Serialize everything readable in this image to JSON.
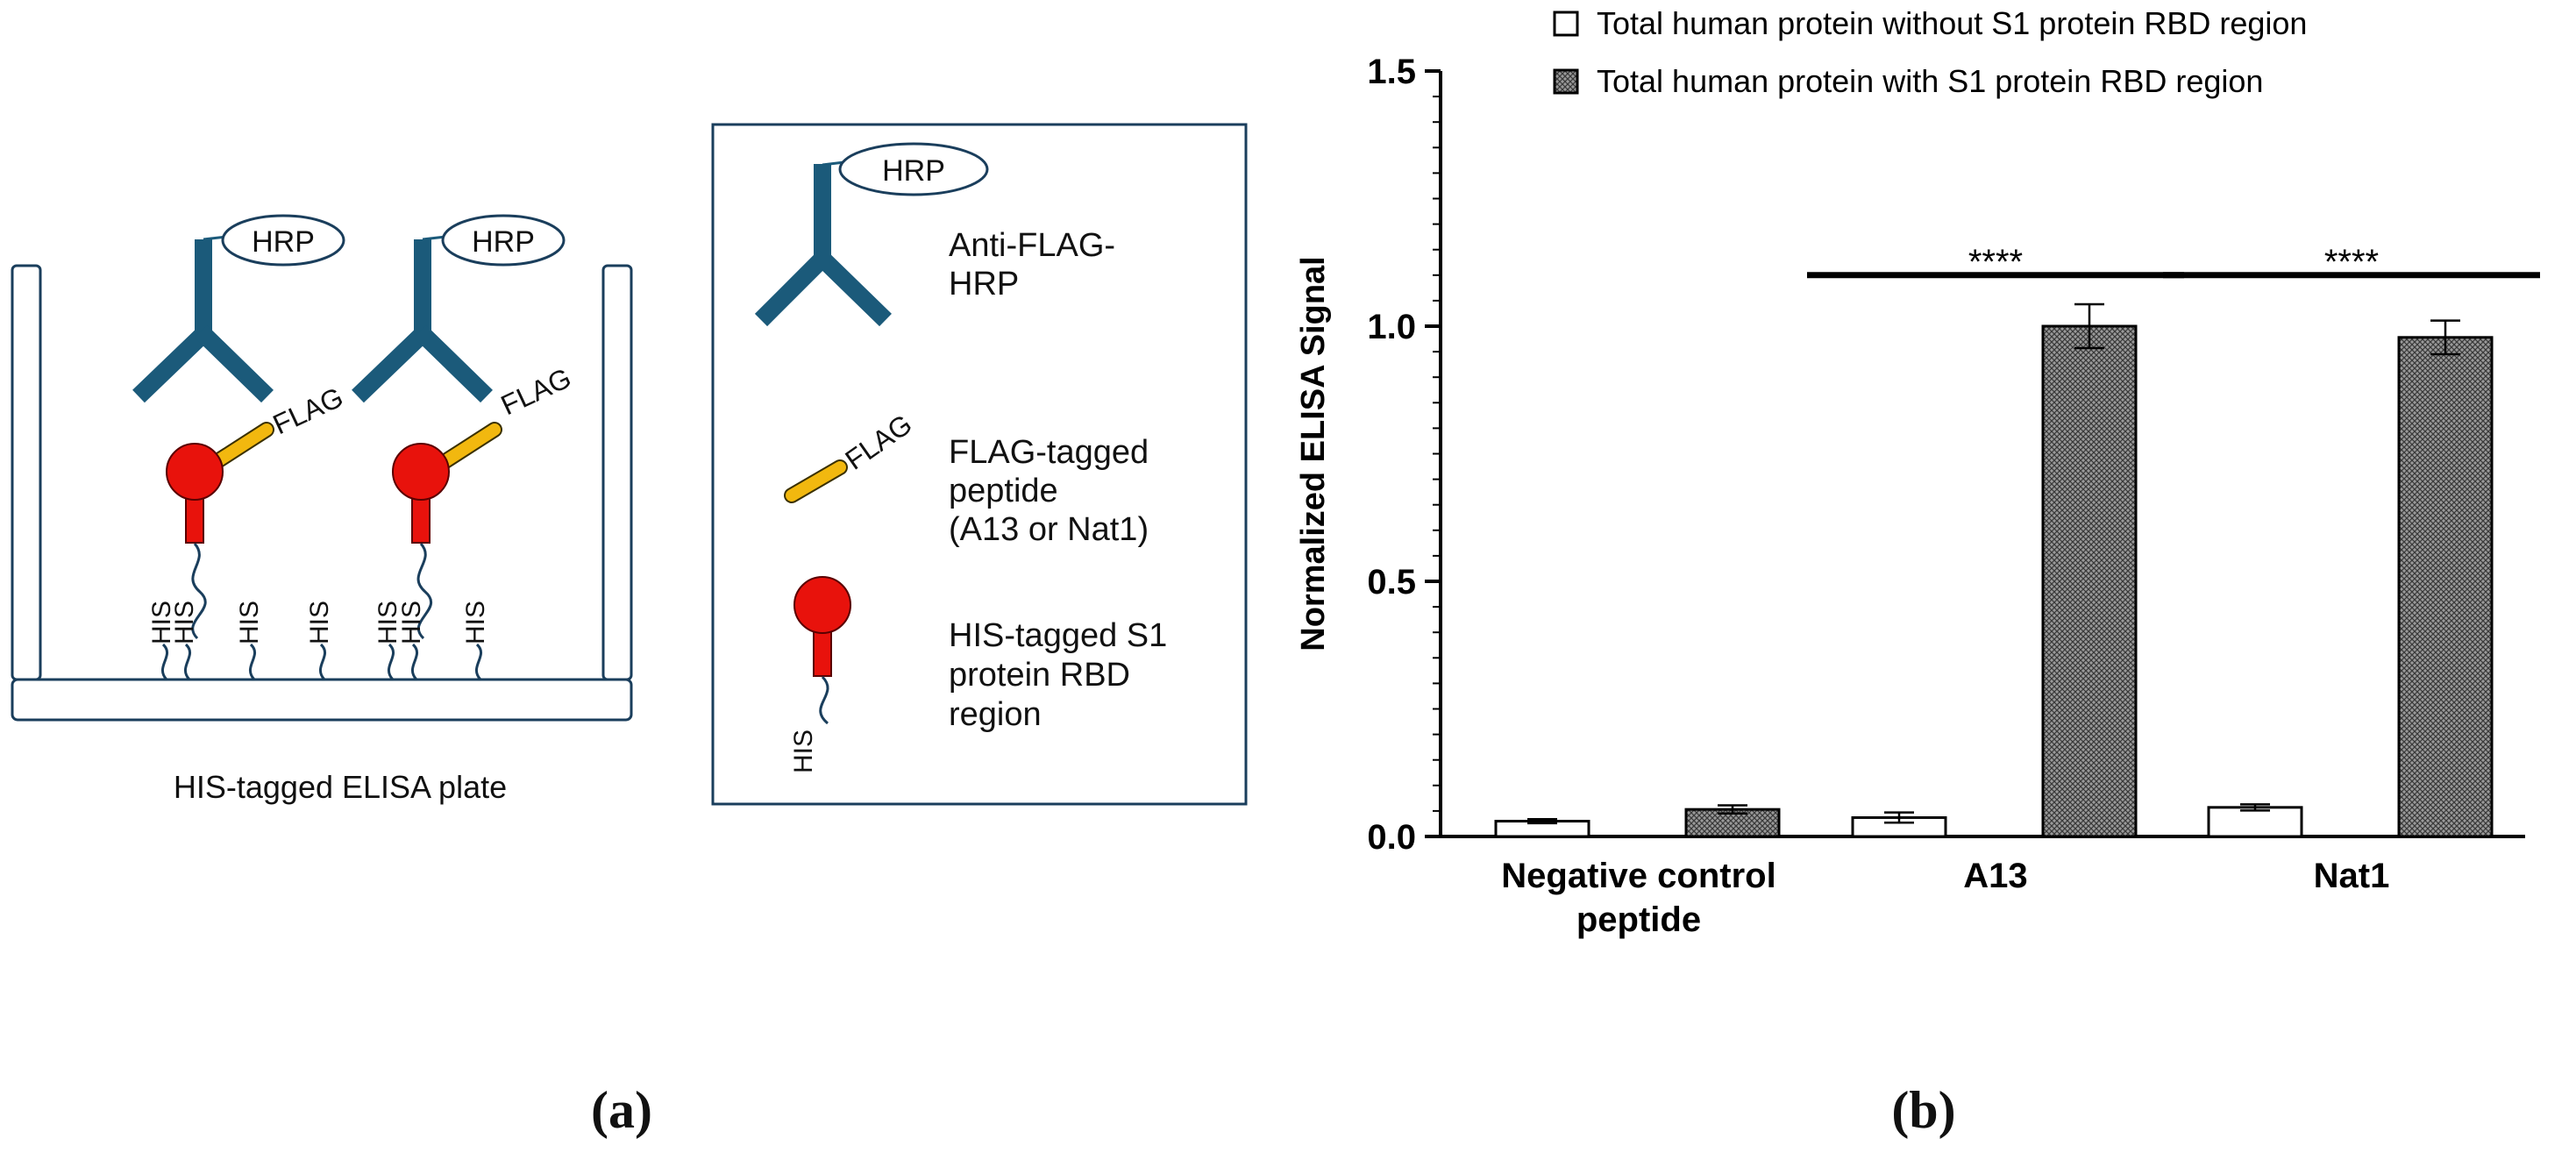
{
  "panel_a": {
    "plate_caption": "HIS-tagged ELISA plate",
    "hrp_label": "HRP",
    "flag_label": "FLAG",
    "his_label": "HIS",
    "legend": {
      "antibody_line1": "Anti-FLAG-",
      "antibody_line2": "HRP",
      "peptide_line1": "FLAG-tagged",
      "peptide_line2": "peptide",
      "peptide_line3": "(A13 or Nat1)",
      "protein_line1": "HIS-tagged S1",
      "protein_line2": "protein RBD",
      "protein_line3": "region"
    },
    "colors": {
      "antibody": "#1b5a7a",
      "flag": "#f2b80f",
      "protein": "#e8120c"
    },
    "caption": "(a)"
  },
  "panel_b": {
    "caption": "(b)"
  },
  "chart_data": {
    "type": "bar",
    "categories": [
      [
        "Negative control",
        "peptide"
      ],
      [
        "A13"
      ],
      [
        "Nat1"
      ]
    ],
    "series": [
      {
        "name": "Total human protein without S1 protein RBD region",
        "values": [
          0.03,
          0.037,
          0.057
        ],
        "errors": [
          0.004,
          0.01,
          0.006
        ],
        "pattern": "white"
      },
      {
        "name": "Total human protein with S1 protein RBD region",
        "values": [
          0.053,
          1.0,
          0.978
        ],
        "errors": [
          0.008,
          0.043,
          0.033
        ],
        "pattern": "crosshatch"
      }
    ],
    "ylabel": "Normalized ELISA Signal",
    "ylim": [
      0,
      1.5
    ],
    "yticks": [
      "0.0",
      "0.5",
      "1.0",
      "1.5"
    ],
    "minor_tick_step": 0.05,
    "significance": [
      {
        "category": 1,
        "label": "****",
        "y": 1.1
      },
      {
        "category": 2,
        "label": "****",
        "y": 1.1
      }
    ],
    "legend_position": "top"
  }
}
